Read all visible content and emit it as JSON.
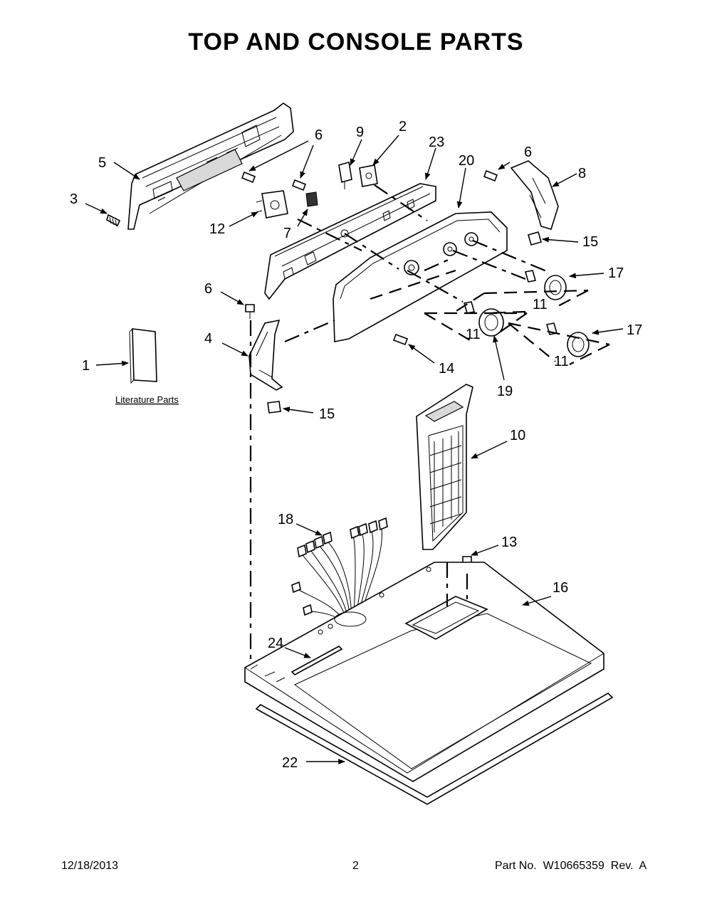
{
  "title": "TOP AND CONSOLE PARTS",
  "footer": {
    "date": "12/18/2013",
    "page": "2",
    "part_number": "Part No.  W10665359  Rev.  A"
  },
  "literature_label": "Literature Parts",
  "callouts": {
    "c1": "1",
    "c2": "2",
    "c3": "3",
    "c4": "4",
    "c5": "5",
    "c6a": "6",
    "c6b": "6",
    "c6c": "6",
    "c7": "7",
    "c8": "8",
    "c9": "9",
    "c10": "10",
    "c11a": "11",
    "c11b": "11",
    "c11c": "11",
    "c12": "12",
    "c13": "13",
    "c14": "14",
    "c15a": "15",
    "c15b": "15",
    "c16": "16",
    "c17a": "17",
    "c17b": "17",
    "c18": "18",
    "c19": "19",
    "c20": "20",
    "c22": "22",
    "c23": "23",
    "c24": "24"
  }
}
